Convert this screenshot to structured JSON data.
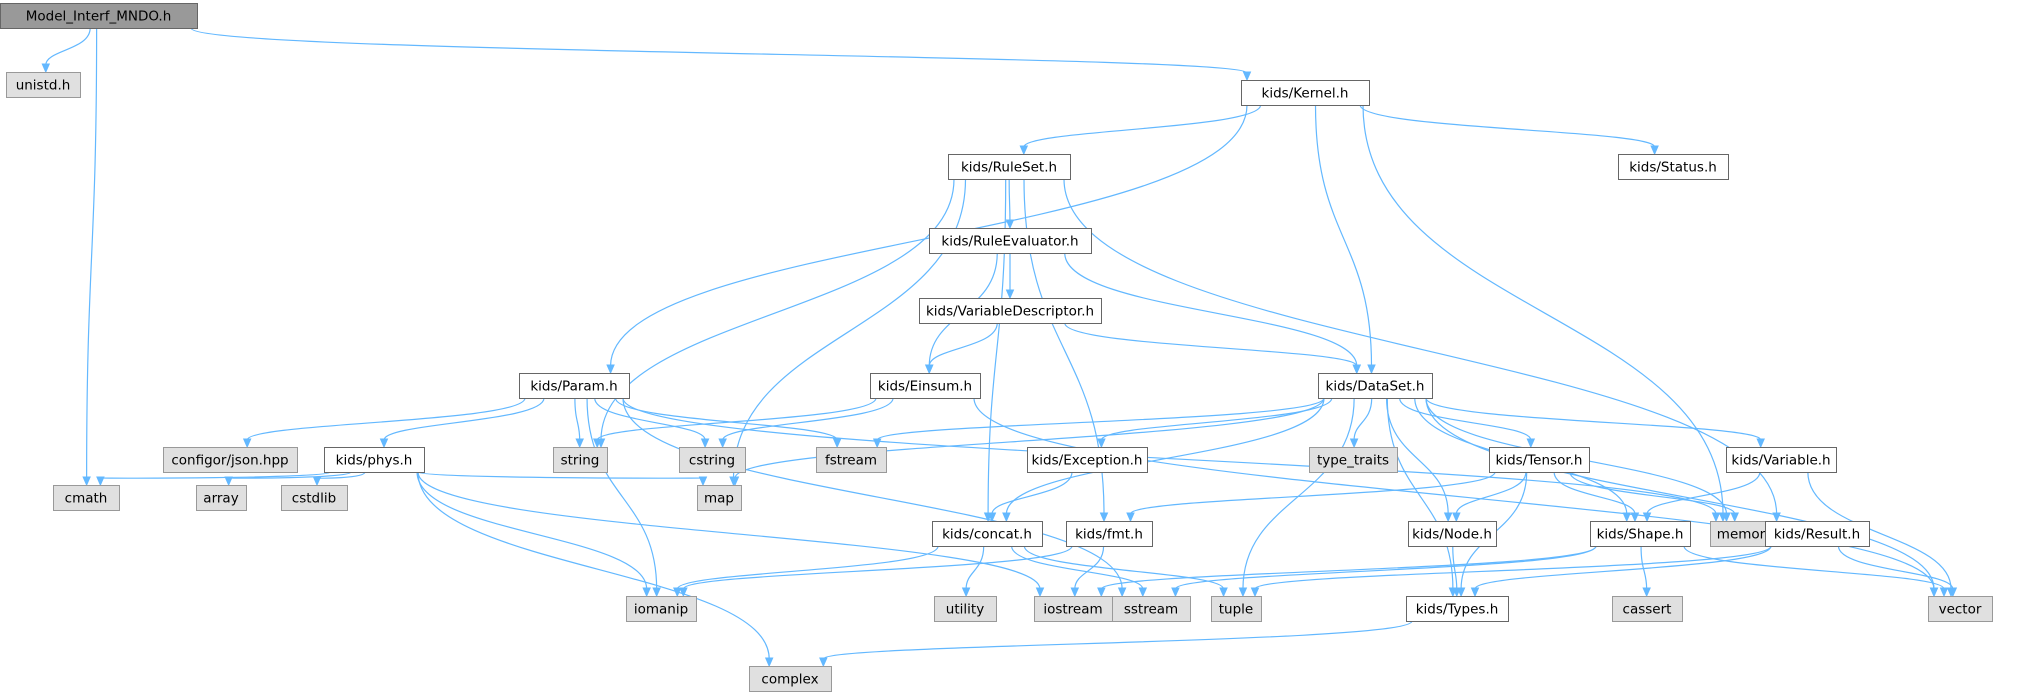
{
  "colors": {
    "root_fill": "#999999",
    "root_stroke": "#666666",
    "header_fill": "#ffffff",
    "header_stroke": "#666666",
    "system_fill": "#e0e0e0",
    "system_stroke": "#999999",
    "edge": "#63b8ff"
  },
  "nodes": [
    {
      "id": "model",
      "label": "Model_Interf_MNDO.h",
      "kind": "root"
    },
    {
      "id": "unistd",
      "label": "unistd.h",
      "kind": "system"
    },
    {
      "id": "cmath",
      "label": "cmath",
      "kind": "system"
    },
    {
      "id": "kernel",
      "label": "kids/Kernel.h",
      "kind": "header"
    },
    {
      "id": "ruleset",
      "label": "kids/RuleSet.h",
      "kind": "header"
    },
    {
      "id": "status",
      "label": "kids/Status.h",
      "kind": "header"
    },
    {
      "id": "ruleeval",
      "label": "kids/RuleEvaluator.h",
      "kind": "header"
    },
    {
      "id": "vardesc",
      "label": "kids/VariableDescriptor.h",
      "kind": "header"
    },
    {
      "id": "param",
      "label": "kids/Param.h",
      "kind": "header"
    },
    {
      "id": "einsum",
      "label": "kids/Einsum.h",
      "kind": "header"
    },
    {
      "id": "dataset",
      "label": "kids/DataSet.h",
      "kind": "header"
    },
    {
      "id": "configor",
      "label": "configor/json.hpp",
      "kind": "system"
    },
    {
      "id": "phys",
      "label": "kids/phys.h",
      "kind": "header"
    },
    {
      "id": "string",
      "label": "string",
      "kind": "system"
    },
    {
      "id": "cstring",
      "label": "cstring",
      "kind": "system"
    },
    {
      "id": "fstream",
      "label": "fstream",
      "kind": "system"
    },
    {
      "id": "exception",
      "label": "kids/Exception.h",
      "kind": "header"
    },
    {
      "id": "typetraits",
      "label": "type_traits",
      "kind": "system"
    },
    {
      "id": "tensor",
      "label": "kids/Tensor.h",
      "kind": "header"
    },
    {
      "id": "variable",
      "label": "kids/Variable.h",
      "kind": "header"
    },
    {
      "id": "array",
      "label": "array",
      "kind": "system"
    },
    {
      "id": "cstdlib",
      "label": "cstdlib",
      "kind": "system"
    },
    {
      "id": "map",
      "label": "map",
      "kind": "system"
    },
    {
      "id": "concat",
      "label": "kids/concat.h",
      "kind": "header"
    },
    {
      "id": "fmt",
      "label": "kids/fmt.h",
      "kind": "header"
    },
    {
      "id": "node",
      "label": "kids/Node.h",
      "kind": "header"
    },
    {
      "id": "shape",
      "label": "kids/Shape.h",
      "kind": "header"
    },
    {
      "id": "memory",
      "label": "memory",
      "kind": "system"
    },
    {
      "id": "result",
      "label": "kids/Result.h",
      "kind": "header"
    },
    {
      "id": "iomanip",
      "label": "iomanip",
      "kind": "system"
    },
    {
      "id": "utility",
      "label": "utility",
      "kind": "system"
    },
    {
      "id": "iostream",
      "label": "iostream",
      "kind": "system"
    },
    {
      "id": "sstream",
      "label": "sstream",
      "kind": "system"
    },
    {
      "id": "tuple",
      "label": "tuple",
      "kind": "system"
    },
    {
      "id": "cassert",
      "label": "cassert",
      "kind": "system"
    },
    {
      "id": "vector",
      "label": "vector",
      "kind": "system"
    },
    {
      "id": "types",
      "label": "kids/Types.h",
      "kind": "header"
    },
    {
      "id": "complex",
      "label": "complex",
      "kind": "system"
    }
  ],
  "edges": [
    {
      "from": "model",
      "to": "unistd"
    },
    {
      "from": "model",
      "to": "cmath"
    },
    {
      "from": "model",
      "to": "kernel"
    },
    {
      "from": "kernel",
      "to": "param"
    },
    {
      "from": "kernel",
      "to": "ruleset"
    },
    {
      "from": "kernel",
      "to": "status"
    },
    {
      "from": "kernel",
      "to": "dataset"
    },
    {
      "from": "kernel",
      "to": "memory"
    },
    {
      "from": "ruleset",
      "to": "ruleeval"
    },
    {
      "from": "ruleset",
      "to": "string"
    },
    {
      "from": "ruleset",
      "to": "map"
    },
    {
      "from": "ruleset",
      "to": "concat"
    },
    {
      "from": "ruleset",
      "to": "fmt"
    },
    {
      "from": "ruleset",
      "to": "result"
    },
    {
      "from": "ruleeval",
      "to": "vardesc"
    },
    {
      "from": "ruleeval",
      "to": "einsum"
    },
    {
      "from": "ruleeval",
      "to": "dataset"
    },
    {
      "from": "vardesc",
      "to": "einsum"
    },
    {
      "from": "vardesc",
      "to": "dataset"
    },
    {
      "from": "einsum",
      "to": "string"
    },
    {
      "from": "einsum",
      "to": "cstring"
    },
    {
      "from": "einsum",
      "to": "vector"
    },
    {
      "from": "param",
      "to": "configor"
    },
    {
      "from": "param",
      "to": "phys"
    },
    {
      "from": "param",
      "to": "string"
    },
    {
      "from": "param",
      "to": "cstring"
    },
    {
      "from": "param",
      "to": "fstream"
    },
    {
      "from": "param",
      "to": "iomanip"
    },
    {
      "from": "param",
      "to": "sstream"
    },
    {
      "from": "param",
      "to": "memory"
    },
    {
      "from": "phys",
      "to": "cmath"
    },
    {
      "from": "phys",
      "to": "array"
    },
    {
      "from": "phys",
      "to": "cstdlib"
    },
    {
      "from": "phys",
      "to": "map"
    },
    {
      "from": "phys",
      "to": "iomanip"
    },
    {
      "from": "phys",
      "to": "iostream"
    },
    {
      "from": "phys",
      "to": "complex"
    },
    {
      "from": "dataset",
      "to": "fstream"
    },
    {
      "from": "dataset",
      "to": "map"
    },
    {
      "from": "dataset",
      "to": "concat"
    },
    {
      "from": "dataset",
      "to": "exception"
    },
    {
      "from": "dataset",
      "to": "typetraits"
    },
    {
      "from": "dataset",
      "to": "tuple"
    },
    {
      "from": "dataset",
      "to": "types"
    },
    {
      "from": "dataset",
      "to": "node"
    },
    {
      "from": "dataset",
      "to": "tensor"
    },
    {
      "from": "dataset",
      "to": "shape"
    },
    {
      "from": "dataset",
      "to": "variable"
    },
    {
      "from": "dataset",
      "to": "memory"
    },
    {
      "from": "dataset",
      "to": "vector"
    },
    {
      "from": "exception",
      "to": "concat"
    },
    {
      "from": "tensor",
      "to": "fmt"
    },
    {
      "from": "tensor",
      "to": "node"
    },
    {
      "from": "tensor",
      "to": "shape"
    },
    {
      "from": "tensor",
      "to": "memory"
    },
    {
      "from": "tensor",
      "to": "types"
    },
    {
      "from": "variable",
      "to": "shape"
    },
    {
      "from": "variable",
      "to": "vector"
    },
    {
      "from": "concat",
      "to": "iomanip"
    },
    {
      "from": "concat",
      "to": "utility"
    },
    {
      "from": "concat",
      "to": "sstream"
    },
    {
      "from": "concat",
      "to": "tuple"
    },
    {
      "from": "fmt",
      "to": "iomanip"
    },
    {
      "from": "fmt",
      "to": "iostream"
    },
    {
      "from": "node",
      "to": "types"
    },
    {
      "from": "shape",
      "to": "iostream"
    },
    {
      "from": "shape",
      "to": "sstream"
    },
    {
      "from": "shape",
      "to": "cassert"
    },
    {
      "from": "shape",
      "to": "vector"
    },
    {
      "from": "result",
      "to": "tuple"
    },
    {
      "from": "result",
      "to": "types"
    },
    {
      "from": "result",
      "to": "vector"
    },
    {
      "from": "types",
      "to": "complex"
    }
  ]
}
